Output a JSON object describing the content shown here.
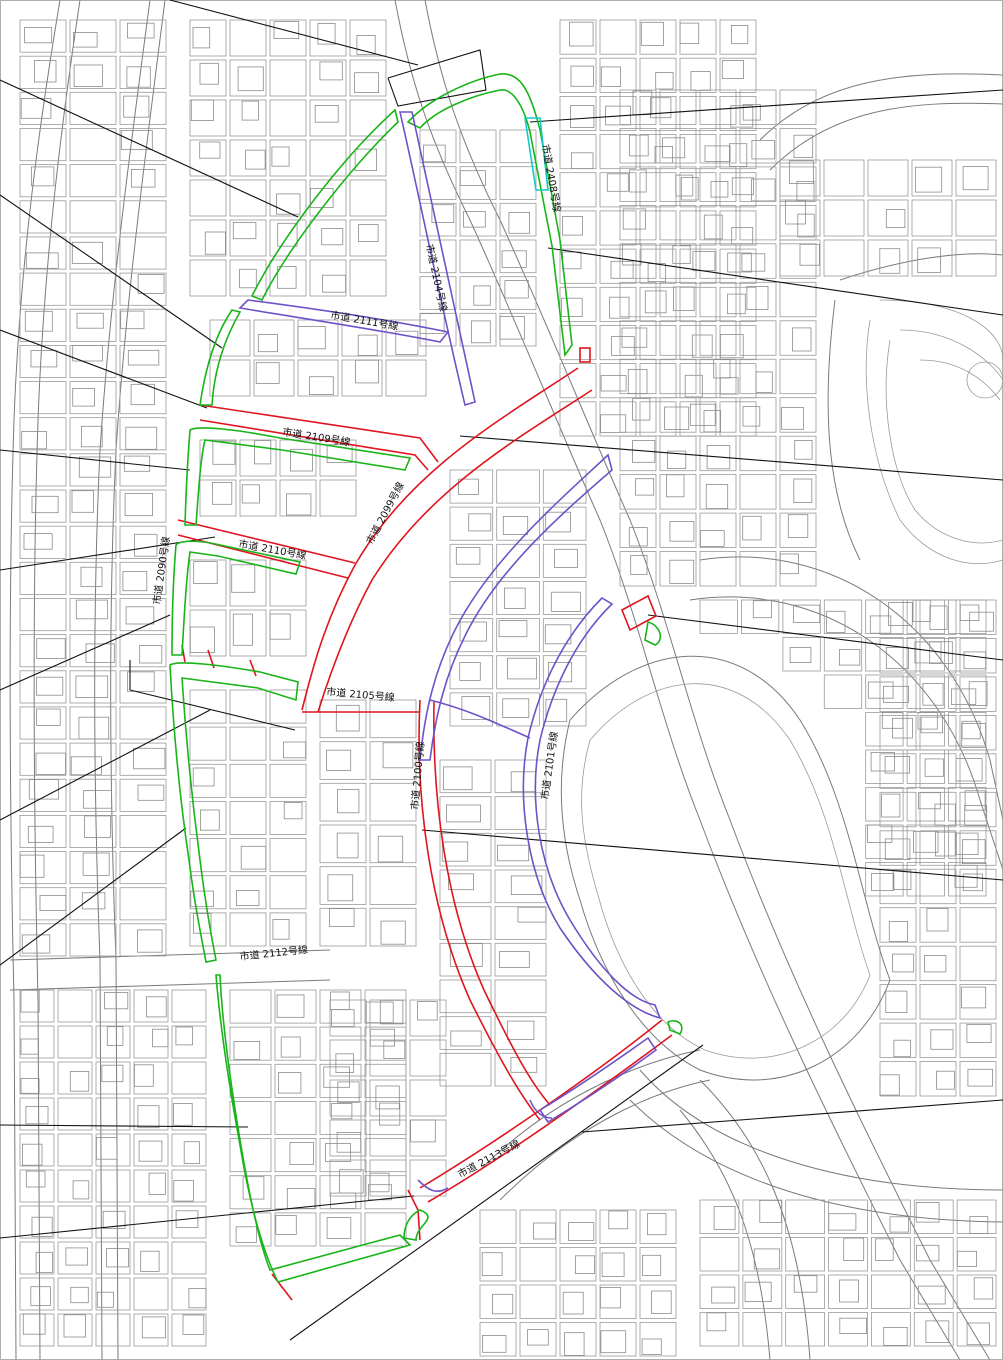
{
  "road_labels": {
    "r2111": "市道 2111号線",
    "r2104": "市道 2104号線",
    "r2408": "市道 2408号線",
    "r2109": "市道 2109号線",
    "r2099": "市道 2099号線",
    "r2110": "市道 2110号線",
    "r2090": "市道 2090号線",
    "r2105": "市道 2105号線",
    "r2100": "市道 2100号線",
    "r2101": "市道 2101号線",
    "r2112": "市道 2112号線",
    "r2113": "市道 2113号線"
  },
  "legend_colors": {
    "red_route": "#e0141e",
    "green_route": "#18b418",
    "purple_route": "#6f52c8",
    "cyan_route": "#14c8c8",
    "basemap": "#7a7a7a"
  }
}
